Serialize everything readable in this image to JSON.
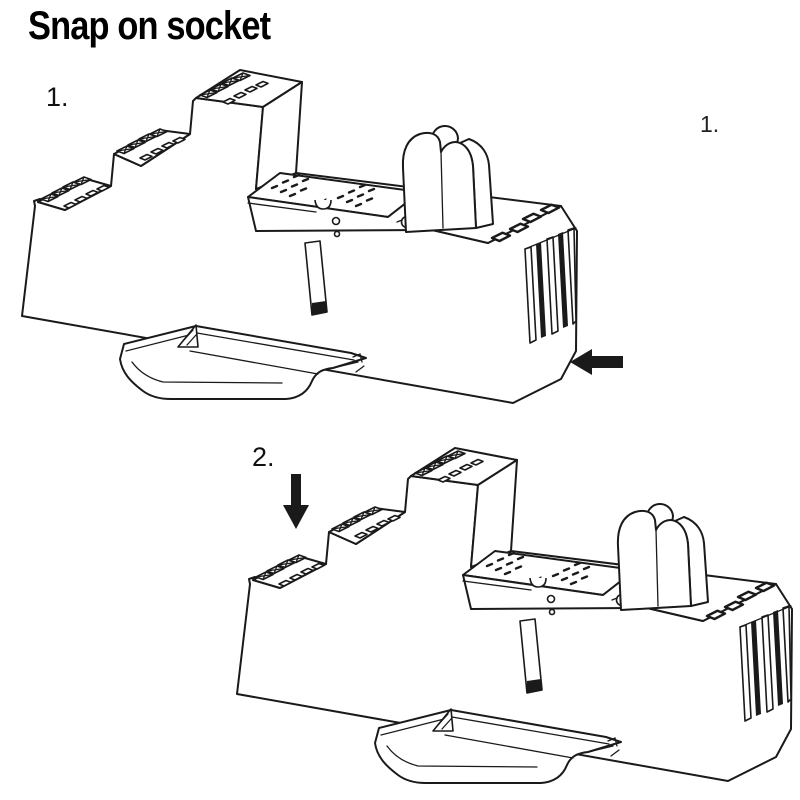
{
  "title": "Snap on socket",
  "colors": {
    "line": "#1a1a1a",
    "background": "#ffffff",
    "arrow": "#111111"
  },
  "figure1": {
    "step_label": "1.",
    "side_label": "1.",
    "arrow_direction": "left"
  },
  "figure2": {
    "step_label": "2.",
    "arrow_direction": "down"
  },
  "icons": {
    "socket": "relay-socket-isometric-drawing",
    "rail": "din-rail-profile-drawing",
    "arrow_left": "left-arrow",
    "arrow_down": "down-arrow"
  }
}
